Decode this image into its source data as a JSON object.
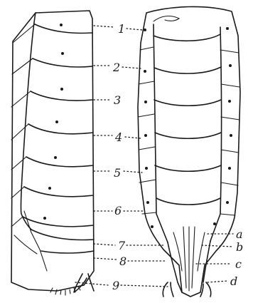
{
  "segment_labels": [
    "1",
    "2",
    "3",
    "4",
    "5",
    "6",
    "7",
    "8",
    "9"
  ],
  "appendage_labels": [
    "a",
    "b",
    "c",
    "d"
  ]
}
